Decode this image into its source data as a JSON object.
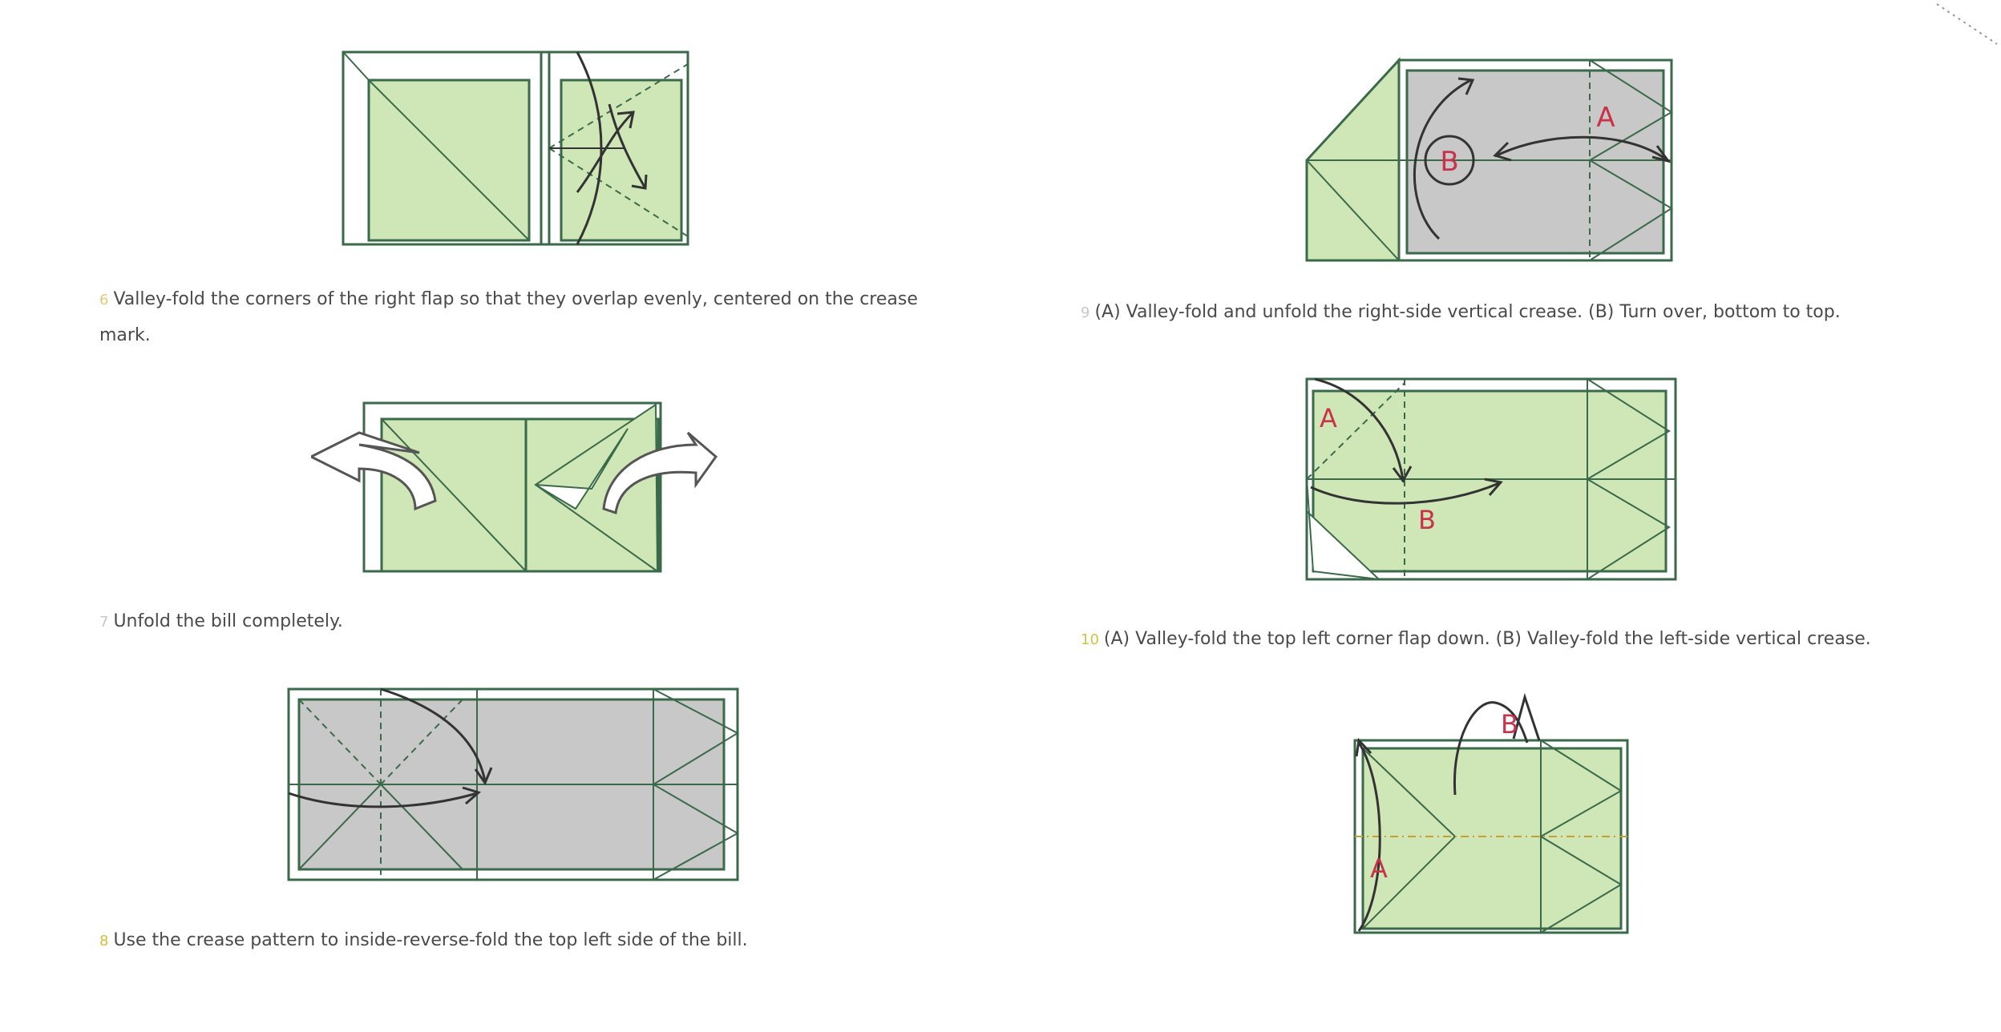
{
  "steps": [
    {
      "number": "6",
      "caption": "Valley-fold the corners of the right flap so that they overlap evenly, centered on the crease mark.",
      "num_color": "#e6c87a"
    },
    {
      "number": "7",
      "caption": "Unfold the bill completely.",
      "num_color": "#c8c8c8"
    },
    {
      "number": "8",
      "caption": "Use the crease pattern to inside-reverse-fold the top left side of the bill.",
      "num_color": "#d4c040"
    },
    {
      "number": "9",
      "caption": "(A) Valley-fold and unfold the right-side vertical crease. (B) Turn over, bottom to top.",
      "num_color": "#c8c8c8"
    },
    {
      "number": "10",
      "caption": "(A) Valley-fold the top left corner flap down. (B) Valley-fold the left-side vertical crease.",
      "num_color": "#d4c040"
    }
  ],
  "labels": {
    "a": "A",
    "b": "B"
  },
  "colors": {
    "paper_green": "#cfe7b6",
    "paper_gray": "#c8c8c8",
    "line": "#3a6a4a",
    "label_red": "#c8324a",
    "caption_text": "#4a4a4a"
  }
}
